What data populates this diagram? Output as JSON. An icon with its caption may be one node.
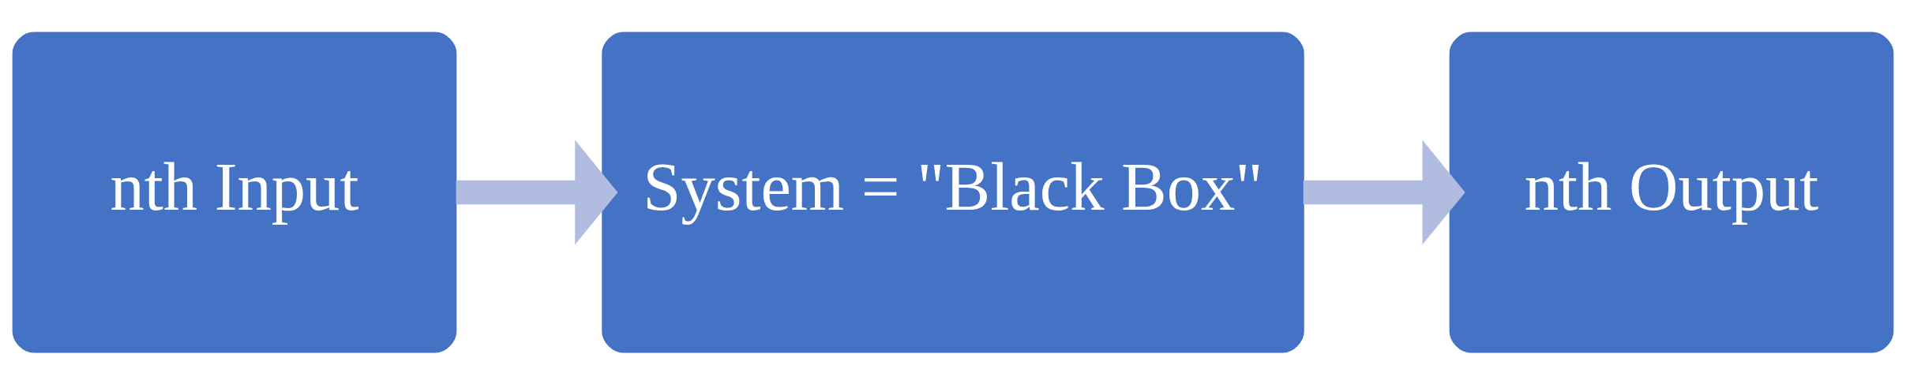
{
  "diagram": {
    "nodes": [
      {
        "text": [
          "nth Input"
        ]
      },
      {
        "text": [
          "System = \"Black Box\""
        ]
      },
      {
        "text": [
          "nth Output"
        ]
      }
    ],
    "edges": [
      {
        "from": 0,
        "to": 1,
        "arrow": "to",
        "color": "#b0bde0"
      },
      {
        "from": 1,
        "to": 2,
        "arrow": "to",
        "color": "#b0bde0"
      }
    ]
  }
}
